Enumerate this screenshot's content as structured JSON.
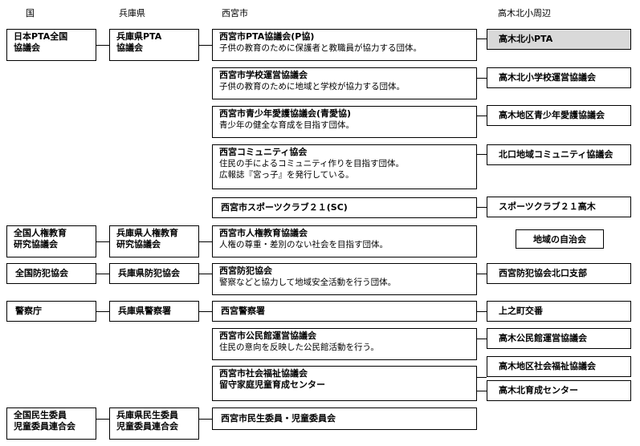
{
  "headers": {
    "kuni": "国",
    "ken": "兵庫県",
    "shi": "西宮市",
    "local": "高木北小周辺"
  },
  "rows": {
    "pta": {
      "kuni": [
        "日本PTA全国",
        "協議会"
      ],
      "ken": [
        "兵庫県PTA",
        "協議会"
      ],
      "shi_title": "西宮市PTA協議会(P協)",
      "shi_desc": [
        "子供の教育のために保護者と教職員が協力する団体。"
      ],
      "local": "高木北小PTA"
    },
    "gakko": {
      "shi_title": "西宮市学校運営協議会",
      "shi_desc": [
        "子供の教育のために地域と学校が協力する団体。"
      ],
      "local": "高木北小学校運営協議会"
    },
    "seishonen": {
      "shi_title": "西宮市青少年愛護協議会(青愛協)",
      "shi_desc": [
        "青少年の健全な育成を目指す団体。"
      ],
      "local": "高木地区青少年愛護協議会"
    },
    "community": {
      "shi_title": "西宮コミュニティ協会",
      "shi_desc": [
        "住民の手によるコミュニティ作りを目指す団体。",
        "広報誌『宮っ子』を発行している。"
      ],
      "local": "北口地域コミュニティ協議会"
    },
    "sports": {
      "shi_title": "西宮市スポーツクラブ２１(SC)",
      "local": "スポーツクラブ２１高木"
    },
    "jinken": {
      "kuni": [
        "全国人権教育",
        "研究協議会"
      ],
      "ken": [
        "兵庫県人権教育",
        "研究協議会"
      ],
      "shi_title": "西宮市人権教育協議会",
      "shi_desc": [
        "人権の尊重・差別のない社会を目指す団体。"
      ],
      "local": "地域の自治会"
    },
    "bohan": {
      "kuni": [
        "全国防犯協会"
      ],
      "ken": [
        "兵庫県防犯協会"
      ],
      "shi_title": "西宮防犯協会",
      "shi_desc": [
        "警察などと協力して地域安全活動を行う団体。"
      ],
      "local": "西宮防犯協会北口支部"
    },
    "keisatsu": {
      "kuni": [
        "警察庁"
      ],
      "ken": [
        "兵庫県警察署"
      ],
      "shi_title": "西宮警察署",
      "local": "上之町交番"
    },
    "kominkan": {
      "shi_title": "西宮市公民館運営協議会",
      "shi_desc": [
        "住民の意向を反映した公民館活動を行う。"
      ],
      "local": "高木公民館運営協議会"
    },
    "shakyo": {
      "shi_title": "西宮市社会福祉協議会",
      "shi_title2": "留守家庭児童育成センター",
      "local1": "高木地区社会福祉協議会",
      "local2": "高木北育成センター"
    },
    "minsei": {
      "kuni": [
        "全国民生委員",
        "児童委員連合会"
      ],
      "ken": [
        "兵庫県民生委員",
        "児童委員連合会"
      ],
      "shi_title": "西宮市民生委員・児童委員会"
    }
  }
}
